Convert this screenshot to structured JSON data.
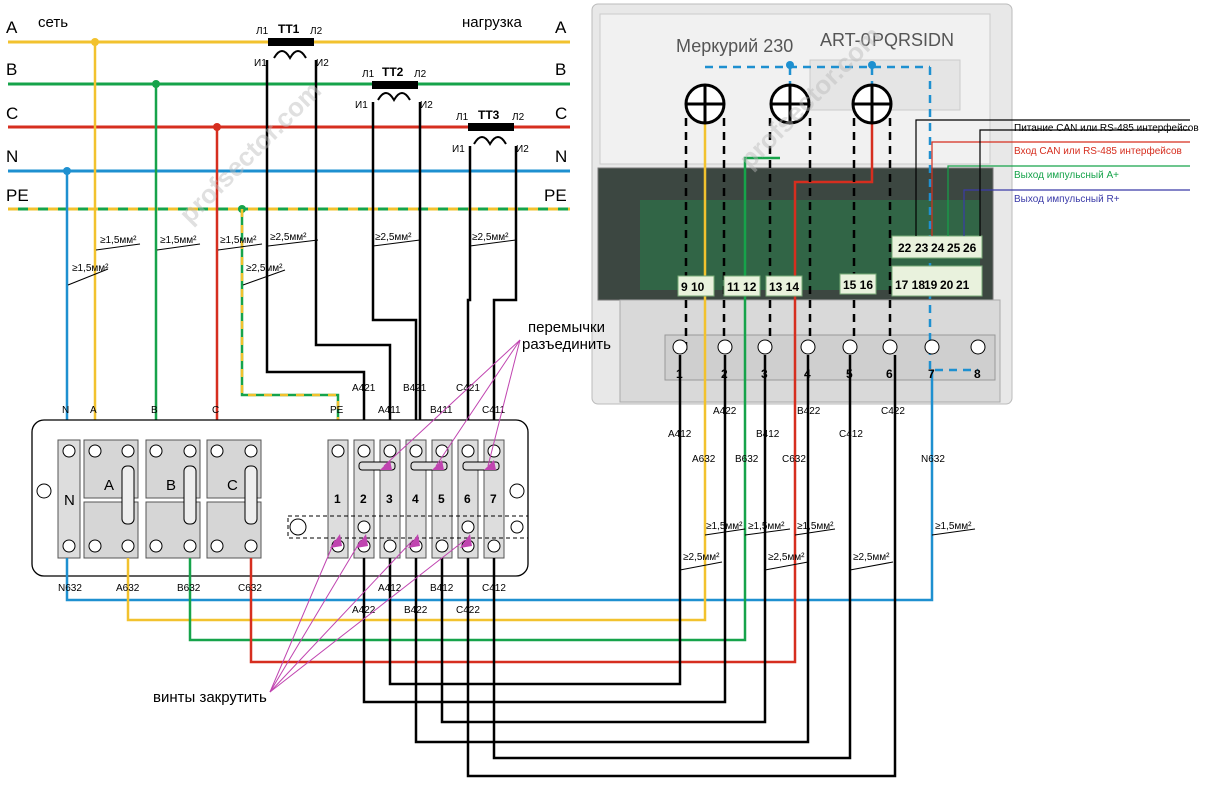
{
  "lines": [
    {
      "label_left": "A",
      "label_right": "A",
      "color": "#f2c22e"
    },
    {
      "label_left": "B",
      "label_right": "B",
      "color": "#16a34a"
    },
    {
      "label_left": "C",
      "label_right": "C",
      "color": "#d62e1f"
    },
    {
      "label_left": "N",
      "label_right": "N",
      "color": "#1e90d0"
    },
    {
      "label_left": "PE",
      "label_right": "PE",
      "color": "#7ac143"
    }
  ],
  "header": {
    "network": "сеть",
    "load": "нагрузка"
  },
  "transformers": [
    {
      "name": "ТТ1",
      "l1": "Л1",
      "l2": "Л2",
      "i1": "И1",
      "i2": "И2"
    },
    {
      "name": "ТТ2",
      "l1": "Л1",
      "l2": "Л2",
      "i1": "И1",
      "i2": "И2"
    },
    {
      "name": "ТТ3",
      "l1": "Л1",
      "l2": "Л2",
      "i1": "И1",
      "i2": "И2"
    }
  ],
  "wire_sizes": {
    "small": "≥1,5мм²",
    "large": "≥2,5мм²"
  },
  "terminal_block": {
    "top_labels": [
      "N",
      "A",
      "B",
      "C",
      "PE",
      "A421",
      "A411",
      "B421",
      "B411",
      "C421",
      "C411"
    ],
    "cells": [
      "N",
      "A",
      "B",
      "C"
    ],
    "numbers": [
      "1",
      "2",
      "3",
      "4",
      "5",
      "6",
      "7"
    ],
    "bottom_labels": [
      "N632",
      "A632",
      "B632",
      "C632",
      "A412",
      "B412",
      "C412",
      "A422",
      "B422",
      "C422"
    ]
  },
  "annotations": {
    "jumpers": "перемычки\nразъединить",
    "screws": "винты закрутить"
  },
  "meter": {
    "title": "Меркурий 230",
    "model": "ART-0",
    "model_tail": "PQRSIDN",
    "bottom_terminals": [
      "1",
      "2",
      "3",
      "4",
      "5",
      "6",
      "7",
      "8"
    ],
    "mid_terminals": [
      "9 10",
      "11 12",
      "13 14",
      "15 16",
      "17 18",
      "19",
      "20",
      "21"
    ],
    "top_terminals": [
      "22",
      "23",
      "24",
      "25",
      "26"
    ],
    "wire_labels": [
      "A412",
      "A422",
      "A632",
      "B412",
      "B632",
      "B422",
      "C632",
      "C412",
      "C422",
      "N632"
    ]
  },
  "interfaces": [
    {
      "text": "Питание CAN или RS-485 интерфейсов",
      "color": "#000000"
    },
    {
      "text": "Вход CAN или RS-485 интерфейсов",
      "color": "#d62e1f"
    },
    {
      "text": "Выход импульсный А+",
      "color": "#16a34a"
    },
    {
      "text": "Выход импульсный R+",
      "color": "#3b3ba8"
    }
  ],
  "watermark": "profsector.com"
}
